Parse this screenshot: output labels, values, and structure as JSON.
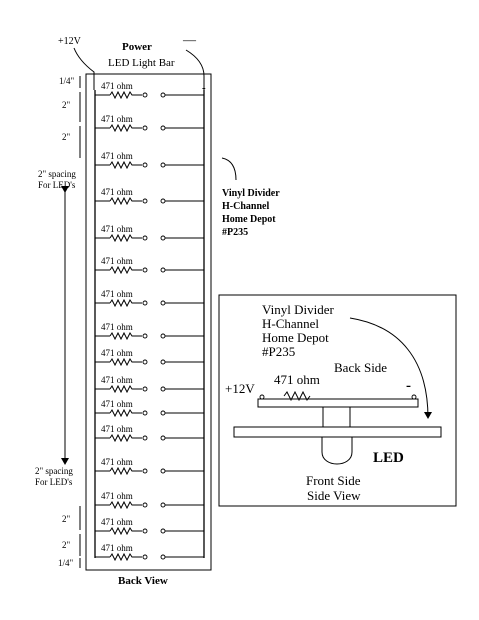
{
  "labels": {
    "plus12v": "+12V",
    "minus_top": "—",
    "power": "Power",
    "led_light_bar": "LED Light Bar",
    "back_view": "Back View",
    "minus_sign": "-",
    "divider_line1": "Vinyl Divider",
    "divider_line2": "H-Channel",
    "divider_line3": "Home Depot",
    "divider_line4": "#P235"
  },
  "spacing": {
    "quarter_top": "1/4\"",
    "two_inch_a": "2\"",
    "two_inch_b": "2\"",
    "leds_spacing_top_1": "2\" spacing",
    "leds_spacing_top_2": "For LED's",
    "leds_spacing_bottom_1": "2\" spacing",
    "leds_spacing_bottom_2": "For LED's",
    "two_inch_c": "2\"",
    "two_inch_d": "2\"",
    "quarter_bottom": "1/4\""
  },
  "resistor_rows": [
    {
      "label": "471 ohm"
    },
    {
      "label": "471 ohm"
    },
    {
      "label": "471 ohm"
    },
    {
      "label": "471 ohm"
    },
    {
      "label": "471 ohm"
    },
    {
      "label": "471 ohm"
    },
    {
      "label": "471 ohm"
    },
    {
      "label": "471 ohm"
    },
    {
      "label": "471 ohm"
    },
    {
      "label": "471 ohm"
    },
    {
      "label": "471 ohm"
    },
    {
      "label": "471 ohm"
    },
    {
      "label": "471 ohm"
    },
    {
      "label": "471 ohm"
    },
    {
      "label": "471 ohm"
    },
    {
      "label": "471 ohm"
    }
  ],
  "side_view": {
    "divider_line1": "Vinyl Divider",
    "divider_line2": "H-Channel",
    "divider_line3": "Home Depot",
    "divider_line4": "#P235",
    "back_side": "Back Side",
    "plus12v": "+12V",
    "resistor": "471 ohm",
    "minus": "-",
    "led": "LED",
    "front_side": "Front Side",
    "side_view": "Side View"
  }
}
